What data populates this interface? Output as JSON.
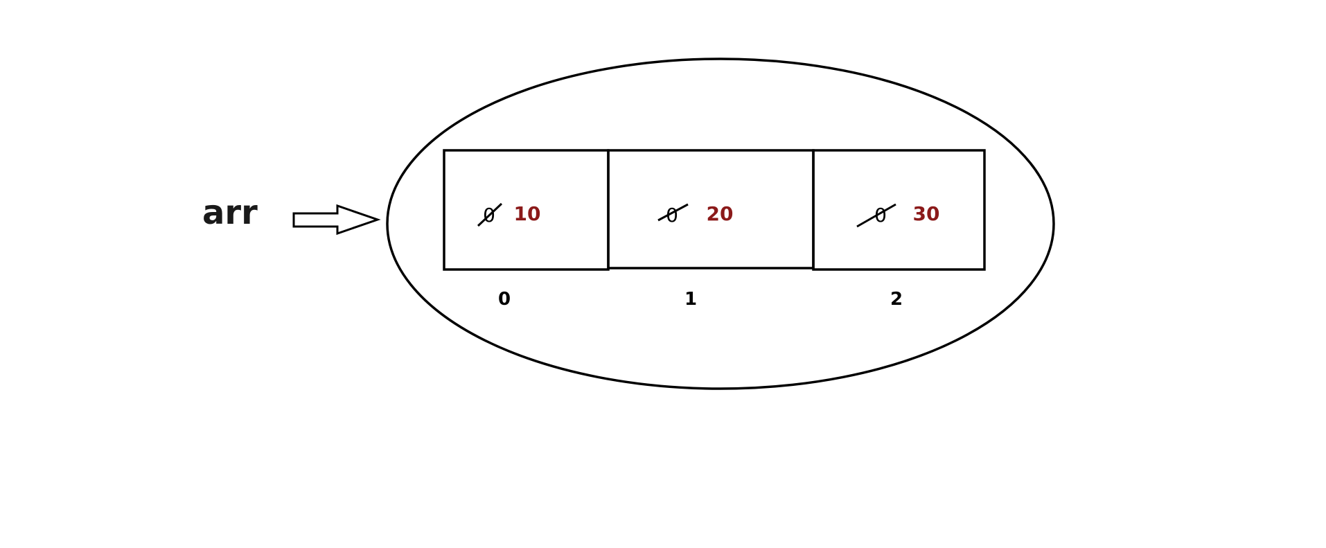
{
  "variable": {
    "name": "arr"
  },
  "array": {
    "cells": [
      {
        "old_value": "0",
        "new_value": "10",
        "index": "0"
      },
      {
        "old_value": "0",
        "new_value": "20",
        "index": "1"
      },
      {
        "old_value": "0",
        "new_value": "30",
        "index": "2"
      }
    ]
  },
  "colors": {
    "stroke": "#000000",
    "new_value": "#8b1a1a",
    "variable": "#1a1a1a"
  },
  "icons": {
    "pointer": "arrow-right-icon",
    "strikethrough": "strike-line"
  }
}
